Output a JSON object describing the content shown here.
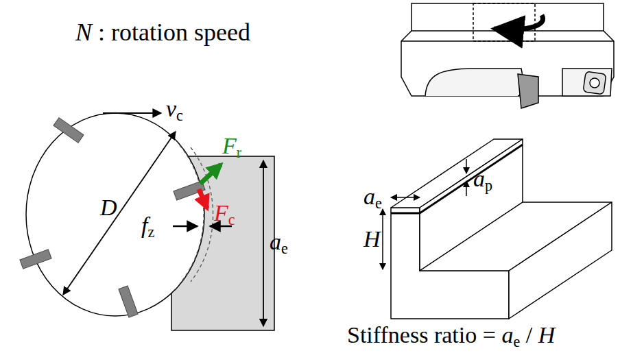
{
  "diagram": {
    "labels": [
      "N : rotation speed",
      "vc",
      "Fr",
      "Fc",
      "D",
      "fz",
      "ae",
      "ae",
      "ap",
      "H",
      "Stiffness ratio = ae / H"
    ]
  }
}
